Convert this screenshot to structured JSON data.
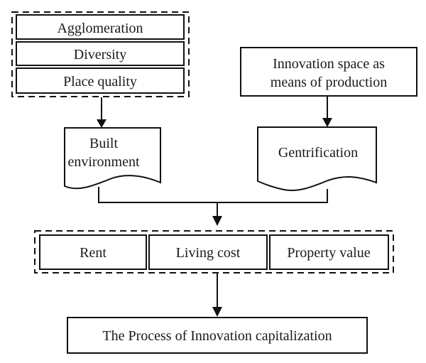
{
  "diagram": {
    "title": "The Process of Innovation capitalization",
    "factors_group": {
      "items": [
        "Agglomeration",
        "Diversity",
        "Place quality"
      ]
    },
    "innovation_space": {
      "lines": [
        "Innovation space as",
        "means of production"
      ]
    },
    "built_environment": {
      "lines": [
        "Built",
        "environment"
      ]
    },
    "gentrification": {
      "lines": [
        "Gentrification"
      ]
    },
    "outcomes_group": {
      "items": [
        "Rent",
        "Living cost",
        "Property value"
      ]
    },
    "result": {
      "label": "The Process of Innovation capitalization"
    },
    "colors": {
      "stroke": "#111111",
      "background": "#ffffff",
      "text": "#1a1a1a"
    }
  }
}
